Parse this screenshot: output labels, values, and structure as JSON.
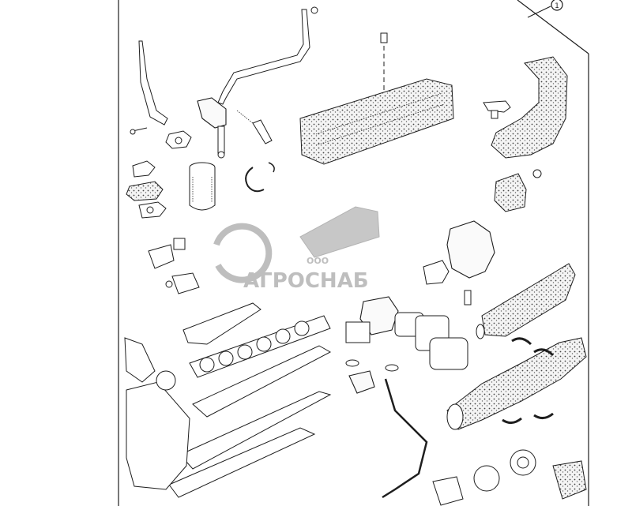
{
  "callout": {
    "number": "1"
  },
  "watermark": {
    "prefix": "ООО",
    "brand": "АГРОСНАБ",
    "color": "#8a8a8a"
  },
  "colors": {
    "line": "#1e1e1e",
    "background": "#ffffff"
  }
}
